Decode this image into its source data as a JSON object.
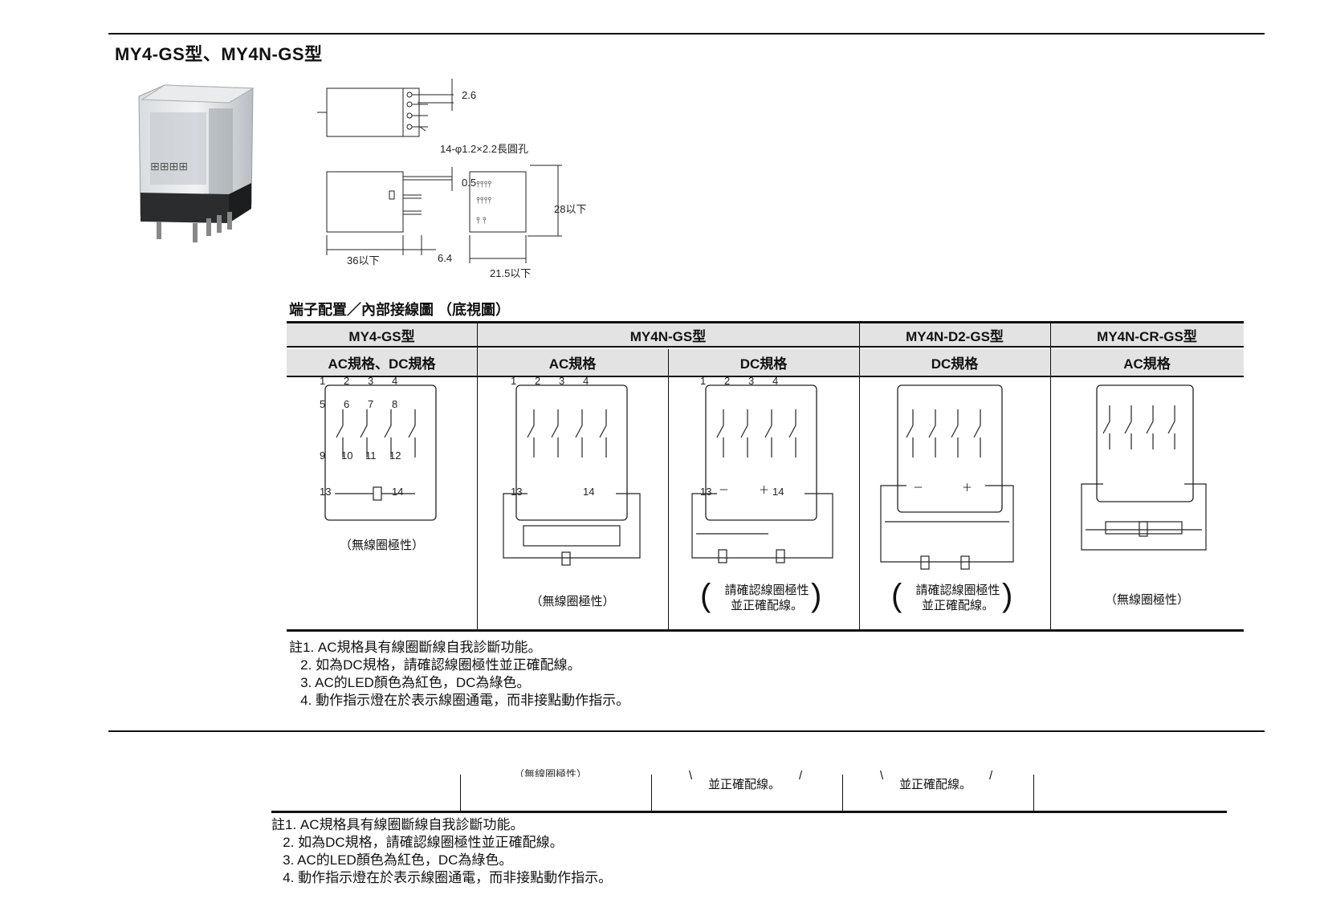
{
  "header": {
    "title": "MY4-GS型、MY4N-GS型"
  },
  "dimensions": {
    "pin_pitch": "2.6",
    "hole_spec": "14-φ1.2×2.2長圓孔",
    "pin_thickness": "0.5",
    "height": "28以下",
    "length": "36以下",
    "pin_length": "6.4",
    "width": "21.5以下"
  },
  "section": {
    "title": "端子配置／內部接線圖 （底視圖）"
  },
  "table": {
    "models": [
      "MY4-GS型",
      "MY4N-GS型",
      "MY4N-D2-GS型",
      "MY4N-CR-GS型"
    ],
    "specs": [
      "AC規格、DC規格",
      "AC規格",
      "DC規格",
      "DC規格",
      "AC規格"
    ],
    "captions": {
      "no_polarity": "（無線圈極性）",
      "confirm_line1": "請確認線圈極性",
      "confirm_line2": "並正確配線。"
    },
    "terminals": [
      "1",
      "2",
      "3",
      "4",
      "5",
      "6",
      "7",
      "8",
      "9",
      "10",
      "11",
      "12",
      "13",
      "14"
    ],
    "polarity": {
      "minus": "－",
      "plus": "＋"
    }
  },
  "notes": [
    "註1. AC規格具有線圈斷線自我診斷功能。",
    "   2. 如為DC規格，請確認線圈極性並正確配線。",
    "   3. AC的LED顏色為紅色，DC為綠色。",
    "   4. 動作指示燈在於表示線圈通電，而非接點動作指示。"
  ],
  "lower": {
    "cut_caption": "（無線圈極性）",
    "caption_a": "並正確配線。",
    "caption_b": "並正確配線。",
    "notes": [
      "註1. AC規格具有線圈斷線自我診斷功能。",
      "   2. 如為DC規格，請確認線圈極性並正確配線。",
      "   3. AC的LED顏色為紅色，DC為綠色。",
      "   4. 動作指示燈在於表示線圈通電，而非接點動作指示。"
    ]
  }
}
